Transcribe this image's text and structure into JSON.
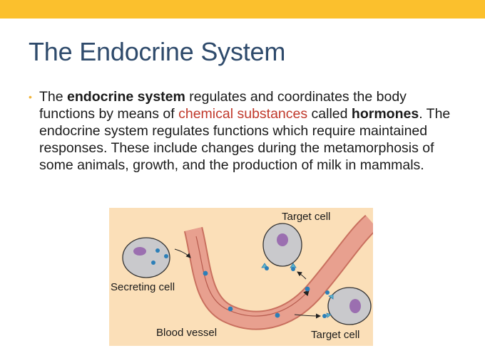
{
  "slide": {
    "title": "The Endocrine System",
    "bullet": {
      "t1": "The ",
      "b1": "endocrine system",
      "t2": " regulates and coordinates the body functions by means of ",
      "r1": "chemical substances",
      "t3": " called ",
      "b2": "hormones",
      "t4": ". The endocrine system regulates functions which require maintained responses. These include changes during the metamorphosis of some animals, growth, and the production of milk in mammals."
    }
  },
  "figure": {
    "labels": {
      "secreting": "Secreting cell",
      "vessel": "Blood vessel",
      "target_top": "Target cell",
      "target_bottom": "Target cell"
    }
  },
  "colors": {
    "accent_bar": "#fbc02d",
    "title": "#2e4a6b",
    "highlight": "#c0392b",
    "figure_bg": "#fbdfb8",
    "vessel": "#e8a08f",
    "cell": "#c9c9cc",
    "nucleus": "#9b6fb0",
    "hormone": "#2c7fb8"
  }
}
